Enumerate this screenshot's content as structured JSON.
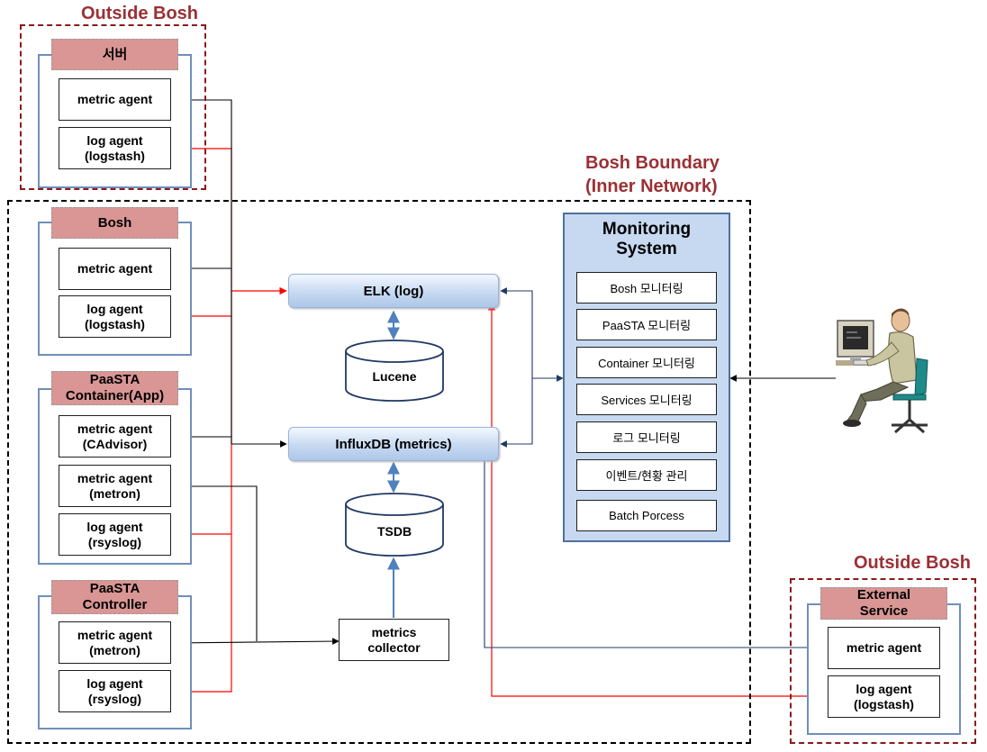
{
  "outside_top": {
    "title": "Outside Bosh",
    "group_header": "서버",
    "metric_agent": "metric agent",
    "log_agent": "log agent\n(logstash)"
  },
  "boundary": {
    "title_line1": "Bosh Boundary",
    "title_line2": "(Inner Network)"
  },
  "bosh": {
    "header": "Bosh",
    "metric_agent": "metric agent",
    "log_agent": "log agent\n(logstash)"
  },
  "container": {
    "header": "PaaSTA\nContainer(App)",
    "metric_agent_cadvisor": "metric agent\n(CAdvisor)",
    "metric_agent_metron": "metric agent\n(metron)",
    "log_agent": "log agent\n(rsyslog)"
  },
  "controller": {
    "header": "PaaSTA\nController",
    "metric_agent": "metric agent\n(metron)",
    "log_agent": "log agent\n(rsyslog)"
  },
  "services": {
    "elk": "ELK (log)",
    "lucene": "Lucene",
    "influxdb": "InfluxDB (metrics)",
    "tsdb": "TSDB",
    "collector": "metrics\ncollector"
  },
  "monitoring": {
    "title": "Monitoring\nSystem",
    "items": [
      "Bosh 모니터링",
      "PaaSTA 모니터링",
      "Container 모니터링",
      "Services 모니터링",
      "로그 모니터링",
      "이벤트/현황 관리",
      "Batch Porcess"
    ]
  },
  "outside_bottom": {
    "title": "Outside Bosh",
    "group_header": "External\nService",
    "metric_agent": "metric agent",
    "log_agent": "log agent\n(logstash)"
  },
  "colors": {
    "header_fill": "#d99694",
    "title_red": "#9b3034",
    "log_line": "#ff0000",
    "metric_line": "#000000",
    "db_arrow": "#4f81bd",
    "monitoring_fill": "#c6d9f1"
  }
}
